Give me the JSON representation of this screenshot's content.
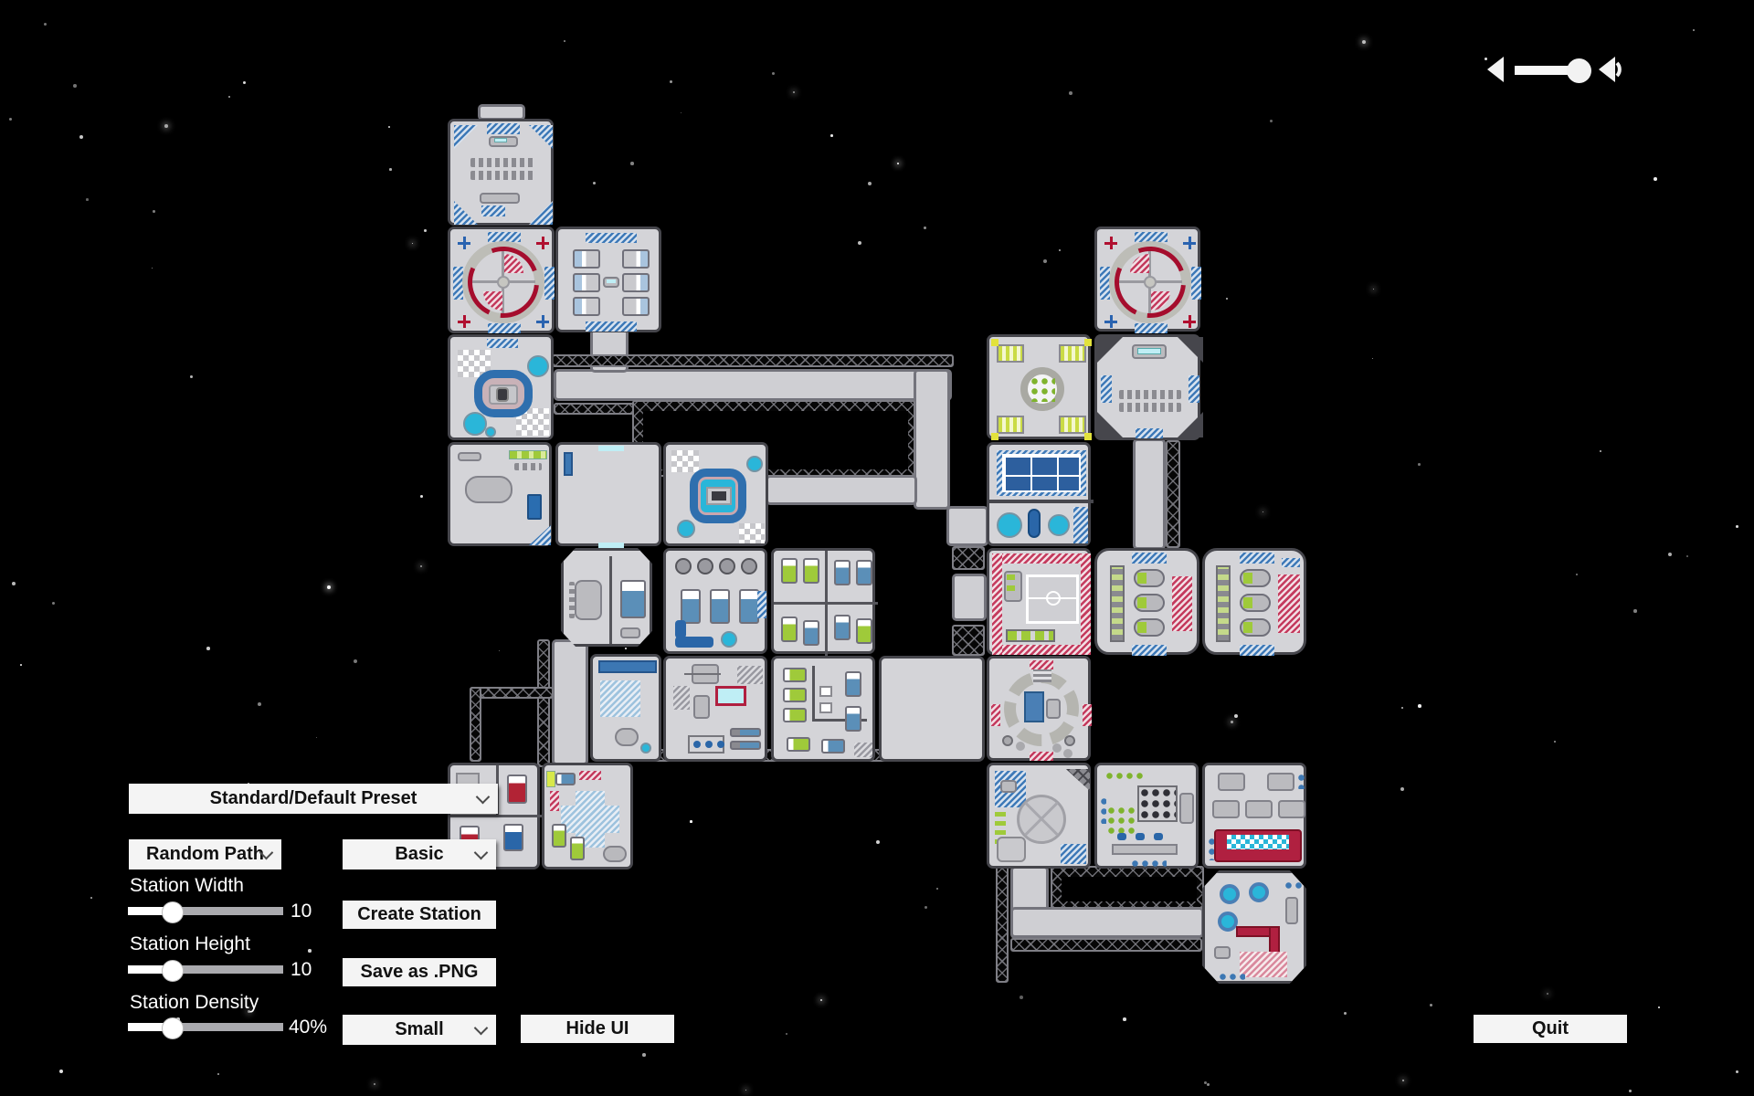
{
  "controls": {
    "preset": "Standard/Default Preset",
    "path_mode": "Random Path",
    "style_mode": "Basic",
    "size_mode": "Small",
    "station_width": {
      "label": "Station Width",
      "value": "10",
      "percent": 28
    },
    "station_height": {
      "label": "Station Height",
      "value": "10",
      "percent": 28
    },
    "station_density": {
      "label": "Station Density",
      "value": "40%",
      "percent": 28
    },
    "create_button": "Create Station",
    "save_button": "Save as .PNG",
    "hide_button": "Hide UI",
    "quit_button": "Quit"
  },
  "volume": {
    "level_percent": 86
  },
  "palette": {
    "floor": "#d4d4d8",
    "wall": "#46464c",
    "corridor": "#cfcfd3",
    "accent_blue": "#2f6fae",
    "accent_steel": "#3c77b3",
    "accent_cyan": "#2ab6d9",
    "accent_red": "#b01030",
    "hatch_red": "#c43b5e",
    "hatch_blue": "#3f7ab8",
    "accent_green": "#9fca3a",
    "accent_yellow": "#e2e23c"
  },
  "station": {
    "modules": [
      "docking-bay",
      "reactor-alpha",
      "crew-bunks",
      "reactor-beta",
      "fitness-room",
      "hydroponics",
      "bridge",
      "conference-room",
      "storage-room",
      "pool-room",
      "power-plant",
      "octagon-suite",
      "medical-bay",
      "crew-quarters-a",
      "sports-hall",
      "pod-bay-a",
      "pod-bay-b",
      "galley",
      "science-lab",
      "crew-quarters-b",
      "plaza",
      "turbine-hall",
      "suite-red",
      "hospital",
      "airlock-hub",
      "office",
      "cafeteria",
      "restaurant"
    ]
  }
}
